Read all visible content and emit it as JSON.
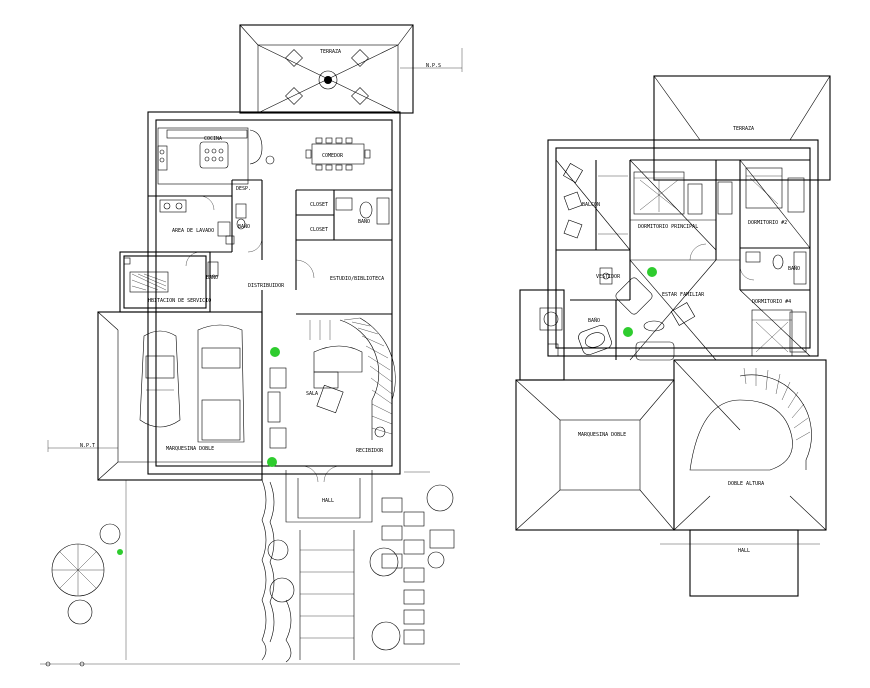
{
  "labels": {
    "terraza_1": "TERRAZA",
    "cocina": "COCINA",
    "comedor": "COMEDOR",
    "desp": "DESP.",
    "bano_1": "BAÑO",
    "area_lavado": "AREA DE LAVADO",
    "closet_1": "CLOSET",
    "closet_2": "CLOSET",
    "bano_2": "BAÑO",
    "bano_3": "BAÑO",
    "distribuidor": "DISTRIBUIDOR",
    "estudio": "ESTUDIO/BIBLIOTECA",
    "habitacion": "HBITACION DE SERVICIO",
    "sala": "SALA",
    "recibidor": "RECIBIDOR",
    "hall_1": "HALL",
    "marquesina_1": "MARQUESINA DOBLE",
    "terraza_2": "TERRAZA",
    "balcon": "BALCON",
    "dormitorio_principal": "DORMITORIO PRINCIPAL",
    "dormitorio_2": "DORMITORIO #2",
    "bano_4": "BAÑO",
    "vestidor": "VESTIDOR",
    "estar_familiar": "ESTAR FAMILIAR",
    "bano_5": "BAÑO",
    "dormitorio_4": "DORMITORIO #4",
    "marquesina_2": "MARQUESINA DOBLE",
    "doble_altura": "DOBLE ALTURA",
    "hall_2": "HALL",
    "level_1": "N.P.S",
    "level_2": "N.P.T"
  },
  "colors": {
    "lines": "#000000",
    "background": "#ffffff",
    "plant_accent": "#2ecc2e",
    "chair_accent": "#d93a3a",
    "sink_accent": "#e8e800",
    "bath_accent": "#e04040"
  }
}
